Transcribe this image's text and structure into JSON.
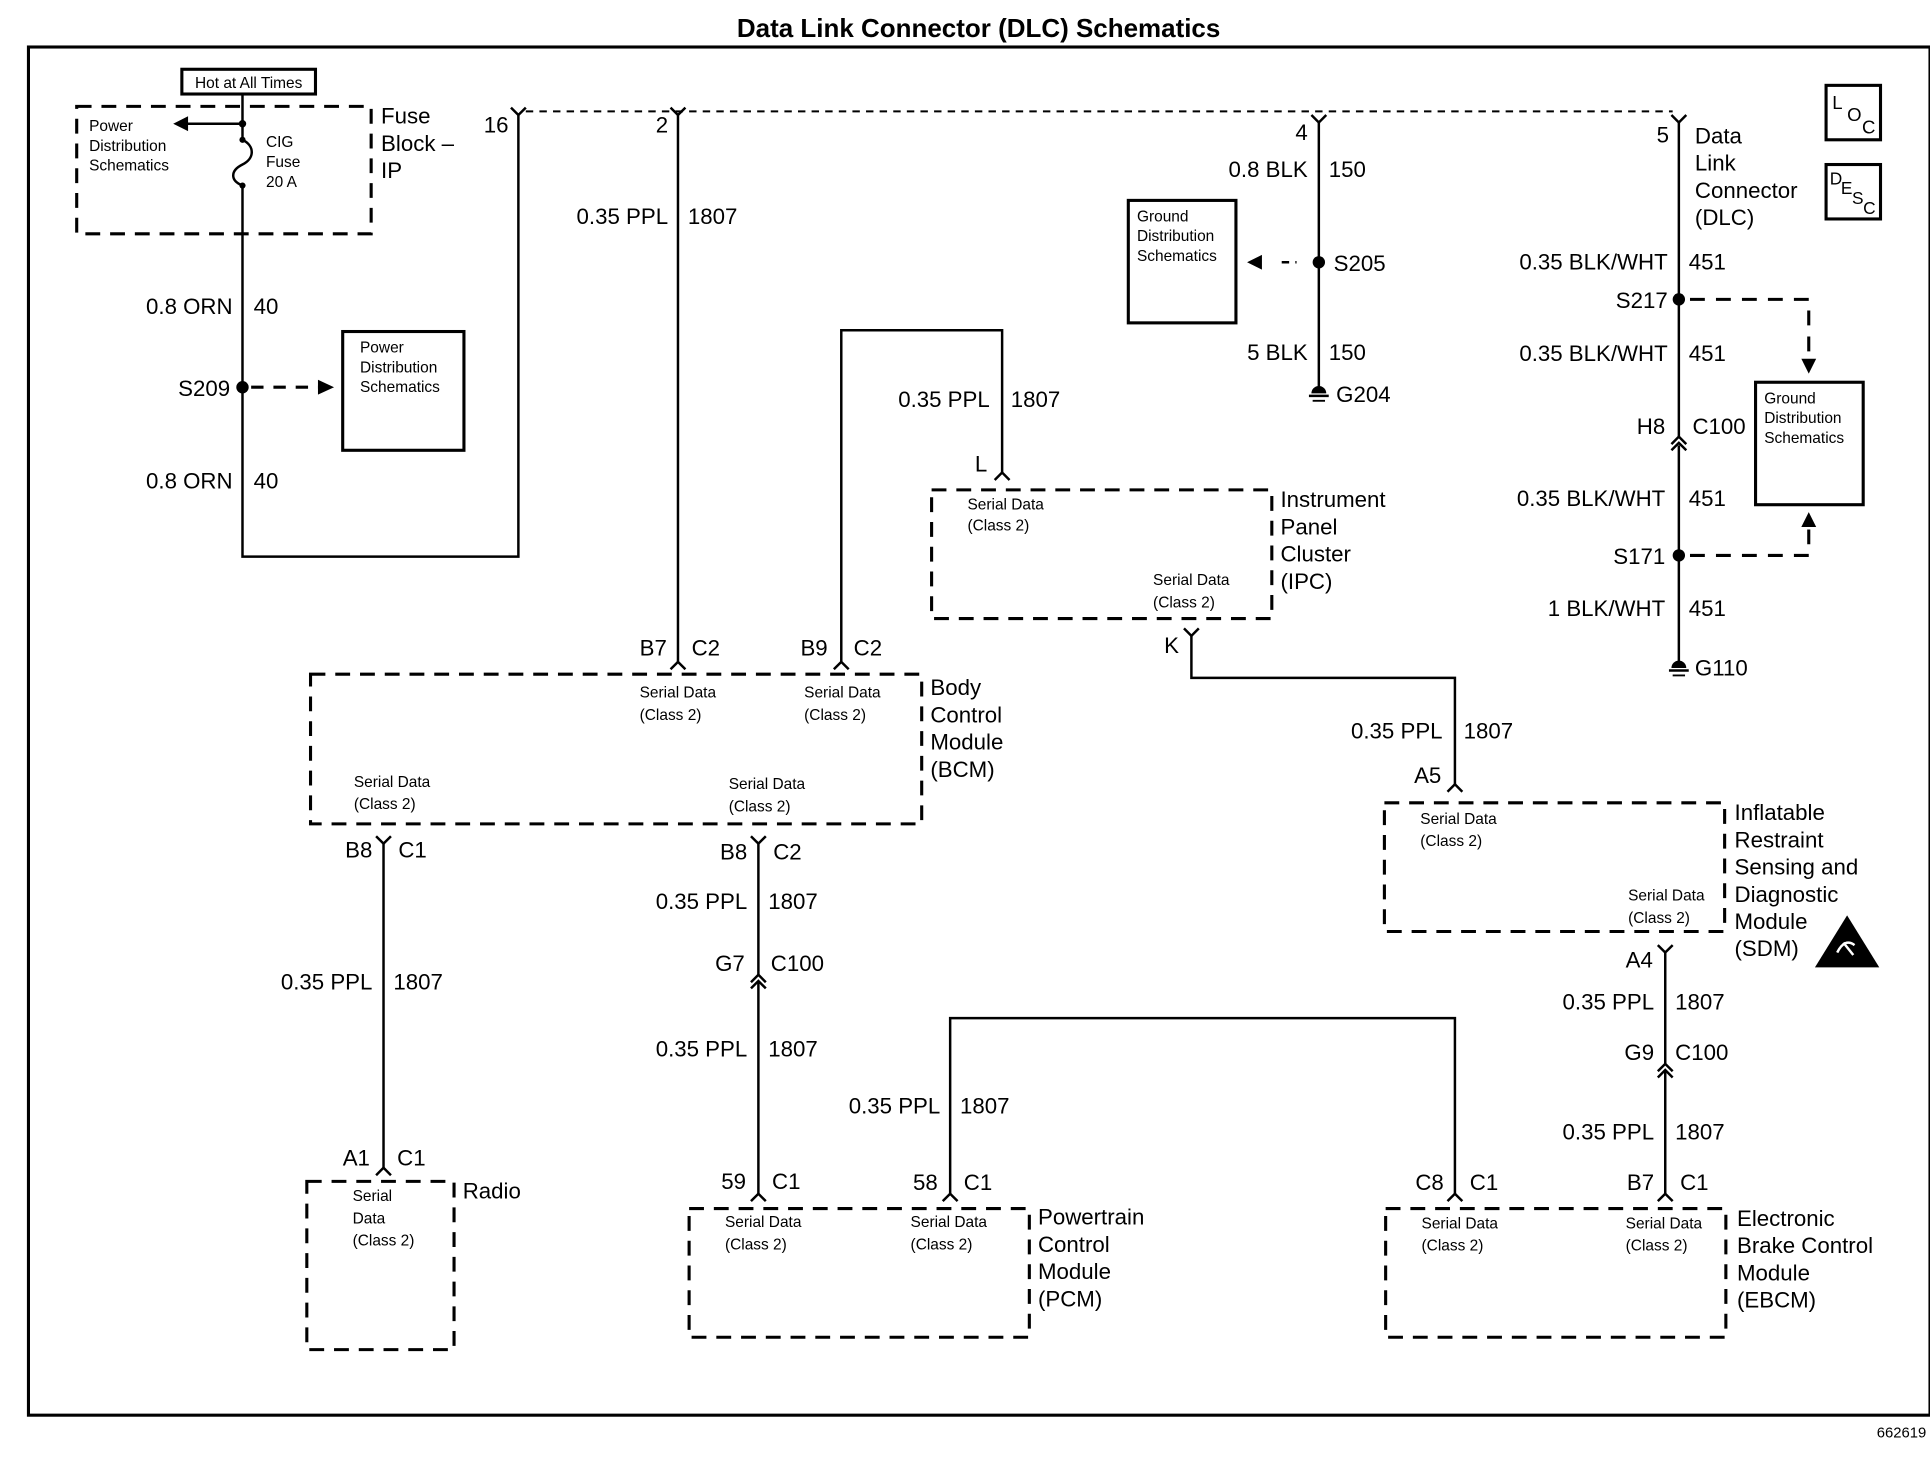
{
  "title": "Data Link Connector (DLC) Schematics",
  "figure_number": "662619",
  "hot_label": "Hot at All Times",
  "icons": {
    "loc": [
      "L",
      "O",
      "C"
    ],
    "desc": [
      "D",
      "E",
      "S",
      "C"
    ],
    "esd_warning": "esd-warning-triangle"
  },
  "fuse_block": {
    "name_lines": [
      "Fuse",
      "Block –",
      "IP"
    ],
    "power_ref_lines": [
      "Power",
      "Distribution",
      "Schematics"
    ],
    "fuse_lines": [
      "CIG",
      "Fuse",
      "20 A"
    ]
  },
  "splice_s209": {
    "id": "S209",
    "ref_lines": [
      "Power",
      "Distribution",
      "Schematics"
    ],
    "wire_top": {
      "gauge_color": "0.8 ORN",
      "circuit": "40"
    },
    "wire_bottom": {
      "gauge_color": "0.8 ORN",
      "circuit": "40"
    }
  },
  "dlc": {
    "name_lines": [
      "Data",
      "Link",
      "Connector",
      "(DLC)"
    ],
    "pins": [
      "16",
      "2",
      "4",
      "5"
    ]
  },
  "pin4_ground": {
    "wire_top": {
      "gauge_color": "0.8 BLK",
      "circuit": "150"
    },
    "splice": "S205",
    "ref_lines": [
      "Ground",
      "Distribution",
      "Schematics"
    ],
    "wire_bottom": {
      "gauge_color": "5 BLK",
      "circuit": "150"
    },
    "ground": "G204"
  },
  "pin5_ground": {
    "wire1": {
      "gauge_color": "0.35 BLK/WHT",
      "circuit": "451"
    },
    "splice1": "S217",
    "wire2": {
      "gauge_color": "0.35 BLK/WHT",
      "circuit": "451"
    },
    "connector": {
      "pin": "H8",
      "id": "C100"
    },
    "ref_lines": [
      "Ground",
      "Distribution",
      "Schematics"
    ],
    "wire3": {
      "gauge_color": "0.35 BLK/WHT",
      "circuit": "451"
    },
    "splice2": "S171",
    "wire4": {
      "gauge_color": "1 BLK/WHT",
      "circuit": "451"
    },
    "ground": "G110"
  },
  "serial_data": {
    "line1": "Serial Data",
    "line2": "(Class 2)",
    "radio_lines": [
      "Serial",
      "Data",
      "(Class 2)"
    ]
  },
  "wires": {
    "ppl": {
      "gauge_color": "0.35 PPL",
      "circuit": "1807"
    }
  },
  "modules": {
    "ipc": {
      "name_lines": [
        "Instrument",
        "Panel",
        "Cluster",
        "(IPC)"
      ],
      "pin_in": "L",
      "pin_out": "K"
    },
    "bcm": {
      "name_lines": [
        "Body",
        "Control",
        "Module",
        "(BCM)"
      ],
      "pin_top1": {
        "pin": "B7",
        "conn": "C2"
      },
      "pin_top2": {
        "pin": "B9",
        "conn": "C2"
      },
      "pin_bot1": {
        "pin": "B8",
        "conn": "C1"
      },
      "pin_bot2": {
        "pin": "B8",
        "conn": "C2"
      }
    },
    "sdm": {
      "name_lines": [
        "Inflatable",
        "Restraint",
        "Sensing and",
        "Diagnostic",
        "Module",
        "(SDM)"
      ],
      "pin_in": "A5",
      "pin_out": "A4"
    },
    "radio": {
      "name": "Radio",
      "pin": {
        "pin": "A1",
        "conn": "C1"
      }
    },
    "pcm": {
      "name_lines": [
        "Powertrain",
        "Control",
        "Module",
        "(PCM)"
      ],
      "pin1": {
        "pin": "59",
        "conn": "C1"
      },
      "pin2": {
        "pin": "58",
        "conn": "C1"
      },
      "inline": {
        "pin": "G7",
        "conn": "C100"
      }
    },
    "ebcm": {
      "name_lines": [
        "Electronic",
        "Brake Control",
        "Module",
        "(EBCM)"
      ],
      "pin1": {
        "pin": "C8",
        "conn": "C1"
      },
      "pin2": {
        "pin": "B7",
        "conn": "C1"
      },
      "inline": {
        "pin": "G9",
        "conn": "C100"
      }
    }
  }
}
